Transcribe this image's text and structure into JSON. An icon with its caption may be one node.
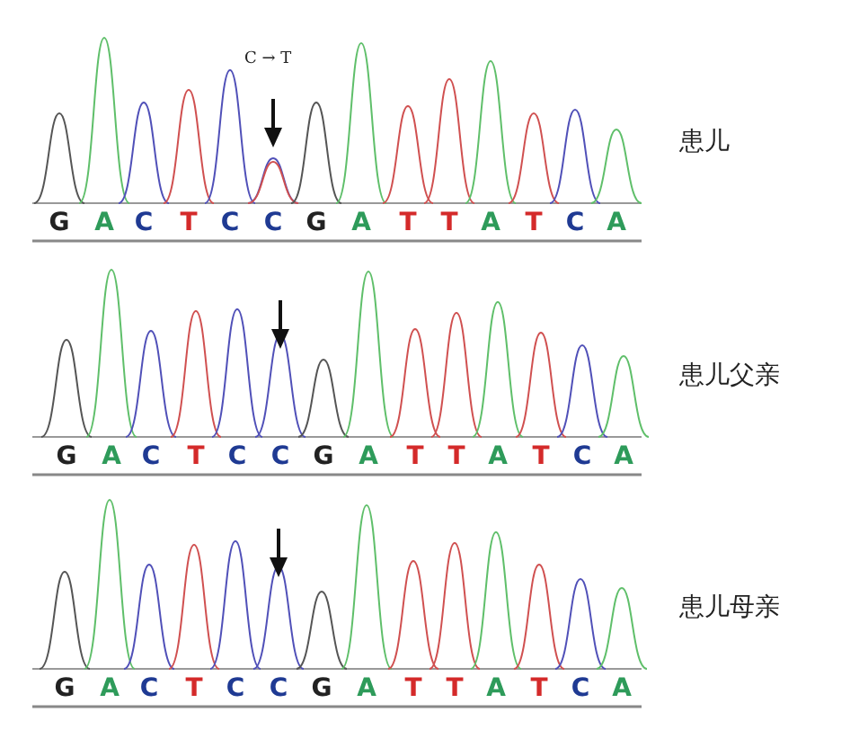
{
  "diagram": {
    "labels": [
      "C → T",
      "患儿",
      "G",
      "A",
      "C",
      "T",
      "C",
      "C",
      "G",
      "A",
      "T",
      "T",
      "A",
      "T",
      "C",
      "A",
      "患儿父亲",
      "G",
      "A",
      "C",
      "T",
      "C",
      "C",
      "G",
      "A",
      "T",
      "T",
      "A",
      "T",
      "C",
      "A",
      "患儿母亲",
      "G",
      "A",
      "C",
      "T",
      "C",
      "C",
      "G",
      "A",
      "T",
      "T",
      "A",
      "T",
      "C",
      "A"
    ]
  }
}
